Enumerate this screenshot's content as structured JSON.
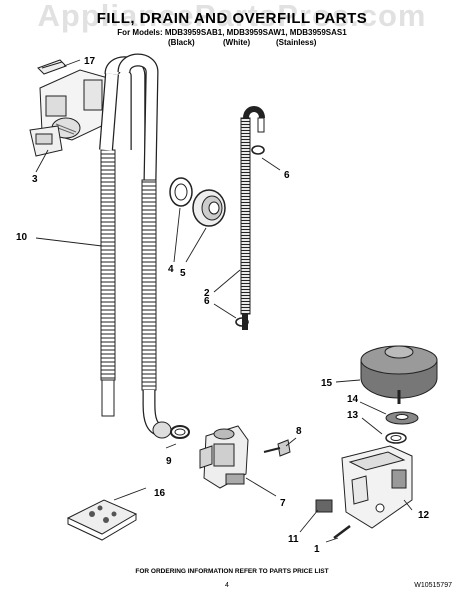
{
  "watermark": "AppliancePartsPros.com",
  "header": {
    "title": "FILL, DRAIN AND OVERFILL PARTS",
    "models": "For Models: MDB3959SAB1, MDB3959SAW1, MDB3959SAS1",
    "variants": [
      "(Black)",
      "(White)",
      "(Stainless)"
    ]
  },
  "callouts": {
    "c17": "17",
    "c3": "3",
    "c10": "10",
    "c6a": "6",
    "c4": "4",
    "c5": "5",
    "c2": "2",
    "c6b": "6",
    "c15": "15",
    "c14": "14",
    "c13": "13",
    "c8": "8",
    "c9": "9",
    "c16": "16",
    "c7": "7",
    "c12": "12",
    "c11": "11",
    "c1": "1"
  },
  "footer": {
    "note": "FOR ORDERING INFORMATION REFER TO PARTS PRICE LIST",
    "page": "4",
    "doc_number": "W10515797"
  }
}
